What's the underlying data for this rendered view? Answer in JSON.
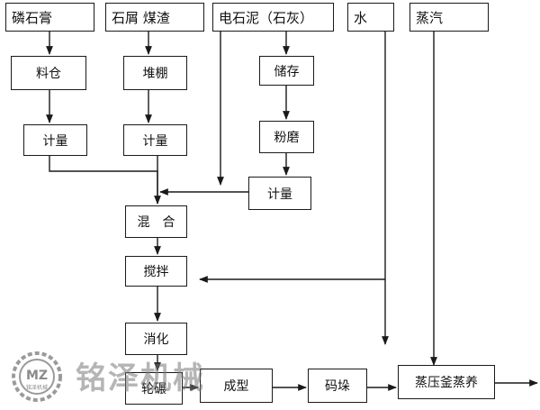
{
  "nodes": {
    "phosphogypsum": "磷石膏",
    "stone_coal_slag": "石屑 煤渣",
    "carbide_mud": "电石泥（石灰）",
    "water": "水",
    "steam": "蒸汽",
    "silo": "料仓",
    "shed": "堆棚",
    "storage": "储存",
    "metering_1": "计量",
    "metering_2": "计量",
    "grinding": "粉磨",
    "metering_3": "计量",
    "mixing": "混　合",
    "stirring": "搅拌",
    "digestion": "消化",
    "wheel_mill": "轮碾",
    "forming": "成型",
    "stacking": "码垛",
    "autoclave": "蒸压釜蒸养"
  },
  "watermark": {
    "text": "铭泽机械",
    "logo_letters": "MZ",
    "logo_sub": "铭泽机械"
  },
  "colors": {
    "line": "#1a1a1a",
    "watermark": "#8a8a8a"
  }
}
